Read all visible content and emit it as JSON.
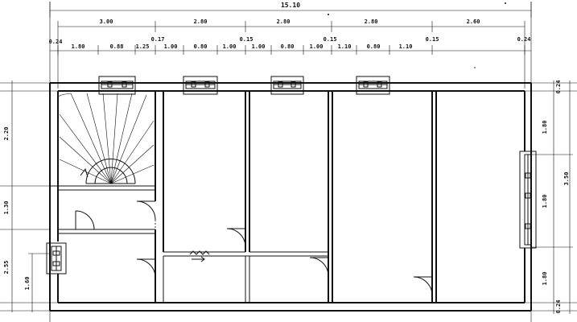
{
  "dimensions": {
    "overall": "15.10",
    "top_spans": [
      "3.00",
      "2.80",
      "2.80",
      "2.80",
      "2.60"
    ],
    "wall_labels": [
      "0.24",
      "0.17",
      "0.15",
      "0.15",
      "0.15",
      "0.24"
    ],
    "openings": [
      [
        "1.80",
        "0.88",
        "1.25"
      ],
      [
        "1.00",
        "0.80",
        "1.00"
      ],
      [
        "1.00",
        "0.80",
        "1.00"
      ],
      [
        "1.10",
        "0.80",
        "1.10"
      ]
    ],
    "left_side": [
      "2.20",
      "1.30",
      "2.55",
      "1.60"
    ],
    "right_side": [
      "0.24",
      "1.80",
      "3.50",
      "1.80",
      "1.80",
      "0.24"
    ]
  }
}
